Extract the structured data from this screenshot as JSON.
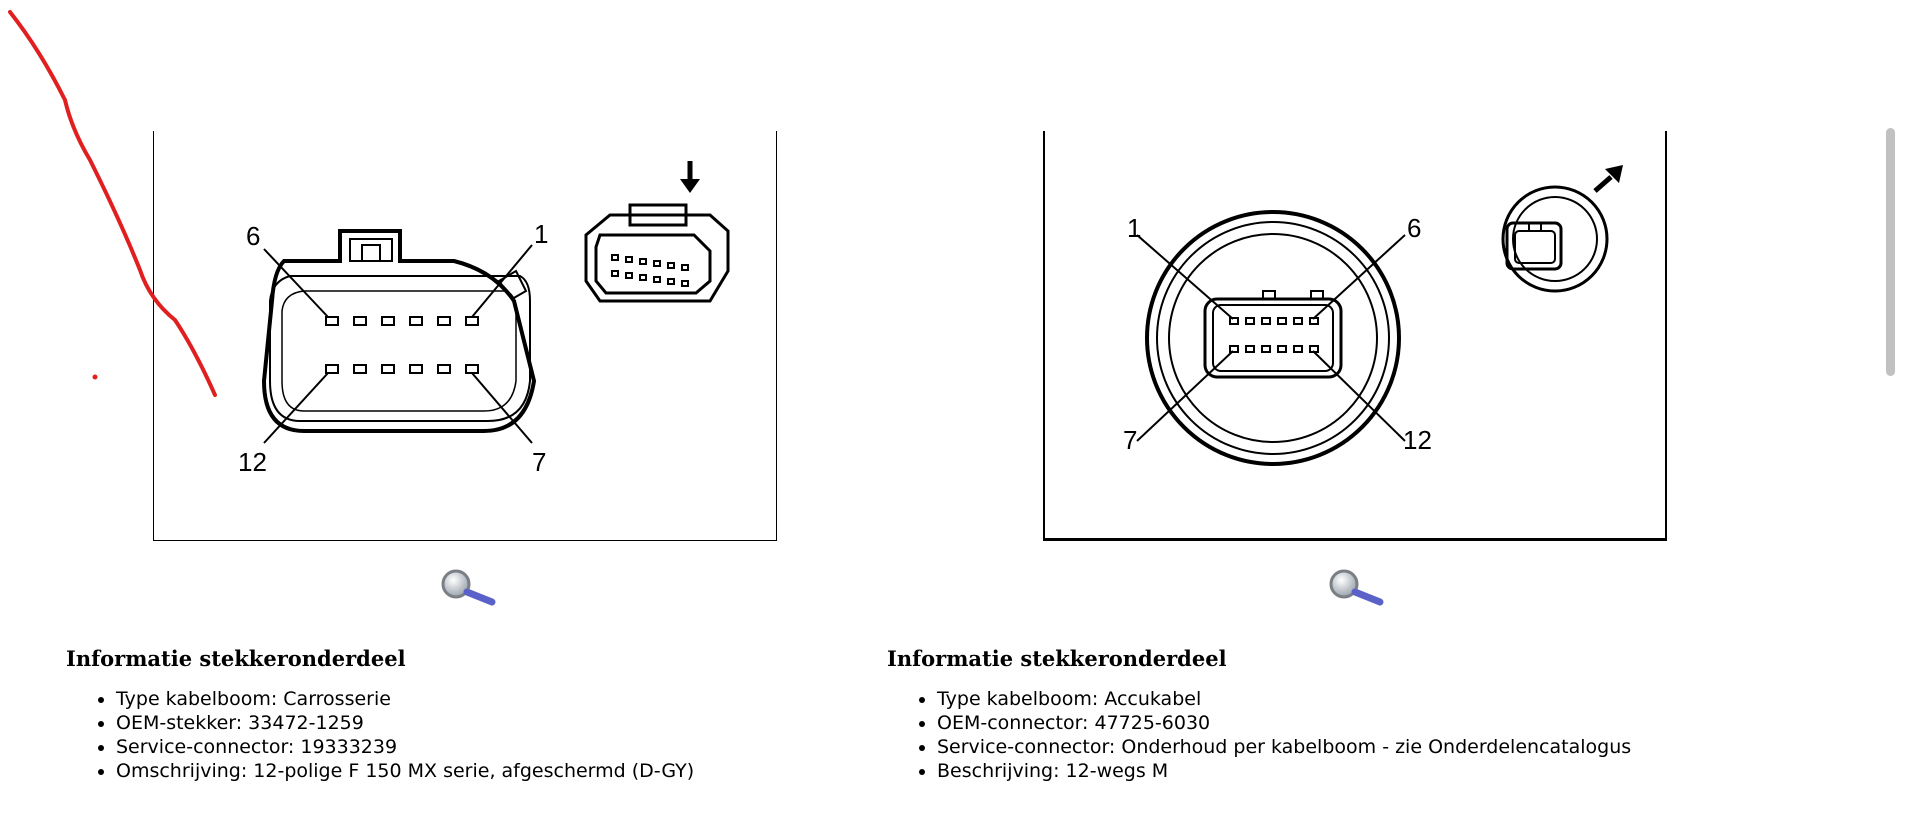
{
  "left": {
    "pins": {
      "top_left": "6",
      "top_right": "1",
      "bottom_left": "12",
      "bottom_right": "7"
    },
    "info": {
      "title": "Informatie stekkeronderdeel",
      "items": [
        "Type kabelboom: Carrosserie",
        "OEM-stekker: 33472-1259",
        "Service-connector: 19333239",
        "Omschrijving: 12-polige F 150 MX serie, afgeschermd (D-GY)"
      ]
    }
  },
  "right": {
    "pins": {
      "top_left": "1",
      "top_right": "6",
      "bottom_left": "7",
      "bottom_right": "12"
    },
    "info": {
      "title": "Informatie stekkeronderdeel",
      "items": [
        "Type kabelboom: Accukabel",
        "OEM-connector: 47725-6030",
        "Service-connector: Onderhoud per kabelboom - zie Onderdelencatalogus",
        "Beschrijving: 12-wegs M"
      ]
    }
  },
  "icons": {
    "zoom": "magnifier-icon"
  },
  "colors": {
    "annotation": "#e02020",
    "scrollbar": "#c1c1c1"
  }
}
